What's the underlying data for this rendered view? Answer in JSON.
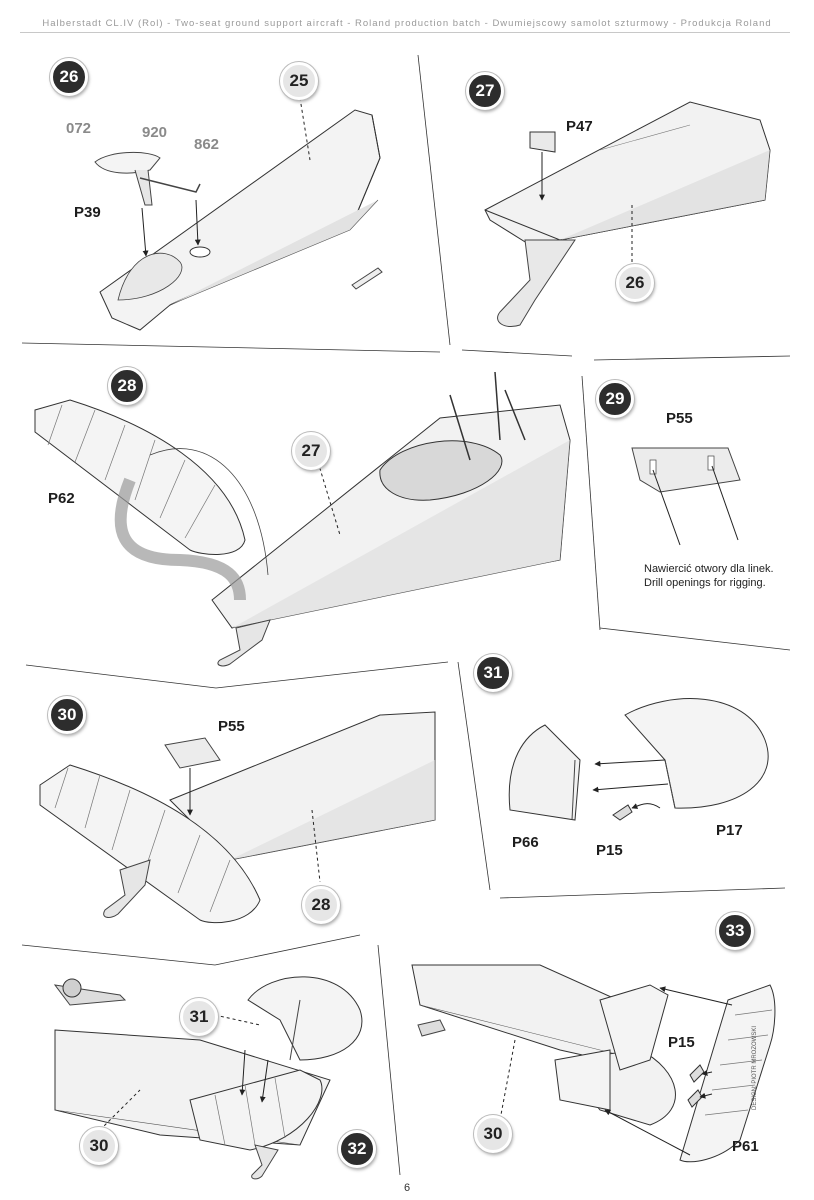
{
  "header": {
    "text": "Halberstadt CL.IV (Rol) - Two-seat ground support aircraft - Roland production batch - Dwumiejscowy samolot szturmowy - Produkcja Roland"
  },
  "steps": {
    "s26": {
      "number": "26",
      "parts": {
        "a": "072",
        "b": "920",
        "c": "862",
        "d": "P39"
      },
      "ref": "25"
    },
    "s27": {
      "number": "27",
      "parts": {
        "a": "P47"
      },
      "ref": "26"
    },
    "s28": {
      "number": "28",
      "parts": {
        "a": "P62"
      },
      "ref": "27"
    },
    "s29": {
      "number": "29",
      "parts": {
        "a": "P55"
      },
      "note_pl": "Nawiercić otwory dla linek.",
      "note_en": "Drill openings for rigging."
    },
    "s30": {
      "number": "30",
      "parts": {
        "a": "P55"
      },
      "ref": "28"
    },
    "s31": {
      "number": "31",
      "parts": {
        "a": "P66",
        "b": "P15",
        "c": "P17"
      }
    },
    "s32": {
      "number": "32",
      "ref_a": "31",
      "ref_b": "30"
    },
    "s33": {
      "number": "33",
      "parts": {
        "a": "P15",
        "b": "P61"
      },
      "ref": "30"
    }
  },
  "footer": {
    "page": "6",
    "credit": "DESIGN: PIOTR MROZOWSKI"
  }
}
